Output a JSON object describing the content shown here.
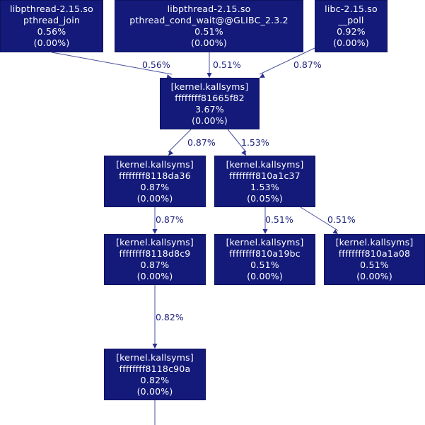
{
  "nodes": [
    {
      "id": "n1",
      "lines": [
        "libpthread-2.15.so",
        "pthread_join",
        "0.56%",
        "(0.00%)"
      ]
    },
    {
      "id": "n2",
      "lines": [
        "libpthread-2.15.so",
        "pthread_cond_wait@@GLIBC_2.3.2",
        "0.51%",
        "(0.00%)"
      ]
    },
    {
      "id": "n3",
      "lines": [
        "libc-2.15.so",
        "__poll",
        "0.92%",
        "(0.00%)"
      ]
    },
    {
      "id": "n4",
      "lines": [
        "[kernel.kallsyms]",
        "ffffffff81665f82",
        "3.67%",
        "(0.00%)"
      ]
    },
    {
      "id": "n5",
      "lines": [
        "[kernel.kallsyms]",
        "ffffffff8118da36",
        "0.87%",
        "(0.00%)"
      ]
    },
    {
      "id": "n6",
      "lines": [
        "[kernel.kallsyms]",
        "ffffffff810a1c37",
        "1.53%",
        "(0.05%)"
      ]
    },
    {
      "id": "n7",
      "lines": [
        "[kernel.kallsyms]",
        "ffffffff8118d8c9",
        "0.87%",
        "(0.00%)"
      ]
    },
    {
      "id": "n8",
      "lines": [
        "[kernel.kallsyms]",
        "ffffffff810a19bc",
        "0.51%",
        "(0.00%)"
      ]
    },
    {
      "id": "n9",
      "lines": [
        "[kernel.kallsyms]",
        "ffffffff810a1a08",
        "0.51%",
        "(0.00%)"
      ]
    },
    {
      "id": "n10",
      "lines": [
        "[kernel.kallsyms]",
        "ffffffff8118c90a",
        "0.82%",
        "(0.00%)"
      ]
    }
  ],
  "edges": [
    {
      "from": "n1",
      "to": "n4",
      "label": "0.56%"
    },
    {
      "from": "n2",
      "to": "n4",
      "label": "0.51%"
    },
    {
      "from": "n3",
      "to": "n4",
      "label": "0.87%"
    },
    {
      "from": "n4",
      "to": "n5",
      "label": "0.87%"
    },
    {
      "from": "n4",
      "to": "n6",
      "label": "1.53%"
    },
    {
      "from": "n5",
      "to": "n7",
      "label": "0.87%"
    },
    {
      "from": "n6",
      "to": "n8",
      "label": "0.51%"
    },
    {
      "from": "n6",
      "to": "n9",
      "label": "0.51%"
    },
    {
      "from": "n7",
      "to": "n10",
      "label": "0.82%"
    }
  ],
  "colors": {
    "node_fill": "#141a7a",
    "node_text": "#ffffff",
    "edge": "#4a4fa0",
    "edge_label": "#1a1f7a"
  }
}
